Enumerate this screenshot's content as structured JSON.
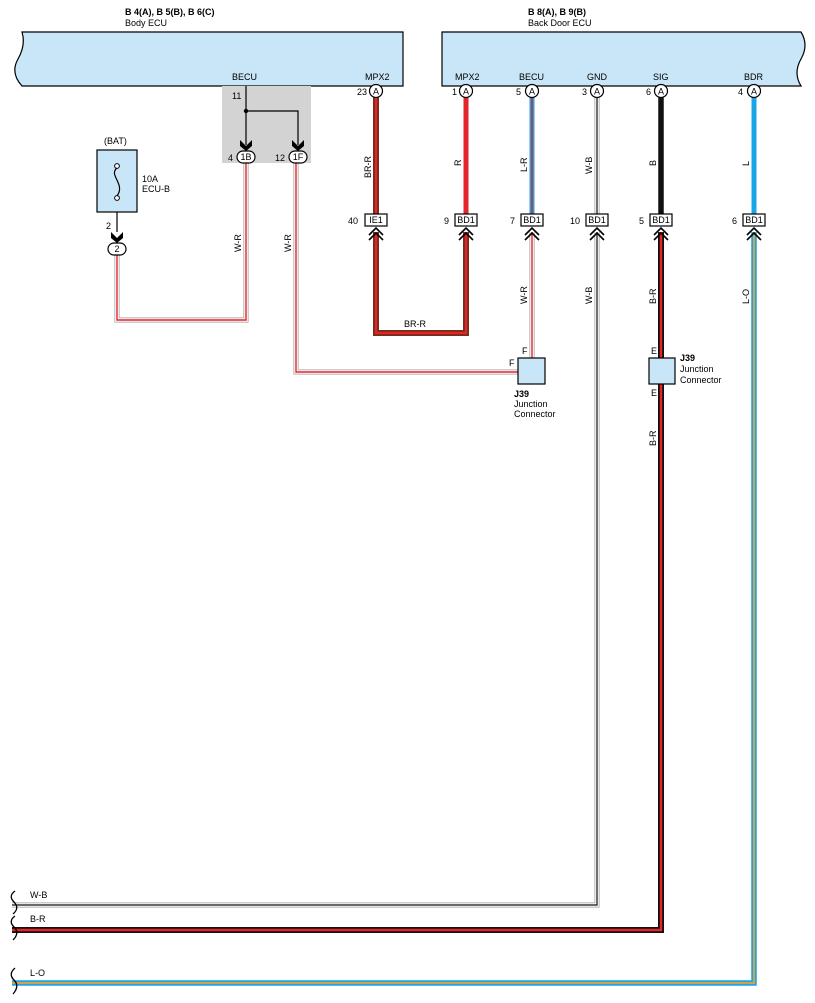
{
  "colors": {
    "ecu_fill": "#c8e6f8",
    "red": "#e3242b",
    "blue": "#1aa6e6",
    "black": "#111111",
    "brown": "#7a2e1a",
    "orange": "#f0a030",
    "grey_box": "#d3d3d3",
    "white": "#ffffff"
  },
  "body_ecu": {
    "connectors": "B 4(A), B 5(B), B 6(C)",
    "name": "Body ECU",
    "pin_becu": "BECU",
    "pin_mpx2": "MPX2",
    "pin23": "23",
    "conn_a": "A",
    "node11": "11",
    "pin4": "4",
    "conn_1b": "1B",
    "pin12": "12",
    "conn_1f": "1F"
  },
  "back_ecu": {
    "connectors": "B 8(A), B 9(B)",
    "name": "Back Door ECU",
    "pins": [
      {
        "label": "MPX2",
        "num": "1",
        "conn": "A"
      },
      {
        "label": "BECU",
        "num": "5",
        "conn": "A"
      },
      {
        "label": "GND",
        "num": "3",
        "conn": "A"
      },
      {
        "label": "SIG",
        "num": "6",
        "conn": "A"
      },
      {
        "label": "BDR",
        "num": "4",
        "conn": "A"
      }
    ]
  },
  "fuse": {
    "source": "(BAT)",
    "rating": "10A",
    "name": "ECU-B",
    "pin": "2",
    "conn": "2"
  },
  "inline_connectors": [
    {
      "num": "40",
      "label": "IE1"
    },
    {
      "num": "9",
      "label": "BD1"
    },
    {
      "num": "7",
      "label": "BD1"
    },
    {
      "num": "10",
      "label": "BD1"
    },
    {
      "num": "5",
      "label": "BD1"
    },
    {
      "num": "6",
      "label": "BD1"
    }
  ],
  "wires": {
    "w_r_1": "W-R",
    "w_r_2": "W-R",
    "br_r_top": "BR-R",
    "br_r_bottom": "BR-R",
    "r": "R",
    "l_r": "L-R",
    "w_b_top": "W-B",
    "b": "B",
    "l": "L",
    "w_r_3": "W-R",
    "w_b_mid": "W-B",
    "b_r_mid": "B-R",
    "l_o_mid": "L-O",
    "b_r_low": "B-R"
  },
  "junctions": [
    {
      "id": "J39",
      "desc1": "Junction",
      "desc2": "Connector",
      "pin_top": "F",
      "pin_side": "F"
    },
    {
      "id": "J39",
      "desc1": "Junction",
      "desc2": "Connector",
      "pin_top": "E",
      "pin_bottom": "E"
    }
  ],
  "continuations": [
    {
      "label": "W-B"
    },
    {
      "label": "B-R"
    },
    {
      "label": "L-O"
    }
  ]
}
